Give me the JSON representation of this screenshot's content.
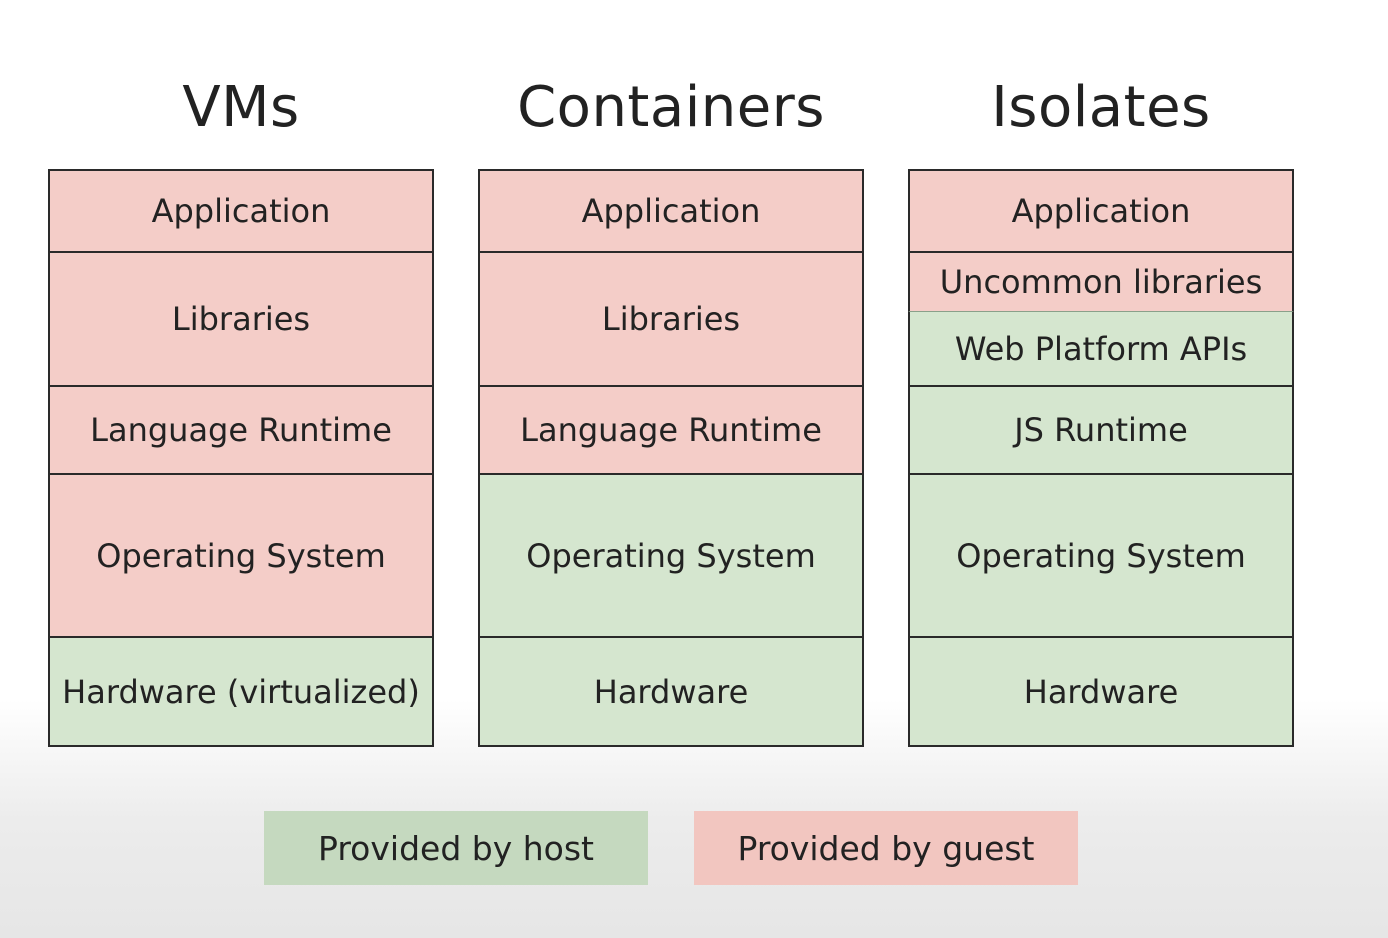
{
  "columns": [
    {
      "title": "VMs",
      "layers": [
        {
          "label": "Application",
          "provider": "guest"
        },
        {
          "label": "Libraries",
          "provider": "guest"
        },
        {
          "label": "Language Runtime",
          "provider": "guest"
        },
        {
          "label": "Operating System",
          "provider": "guest"
        },
        {
          "label": "Hardware (virtualized)",
          "provider": "host"
        }
      ]
    },
    {
      "title": "Containers",
      "layers": [
        {
          "label": "Application",
          "provider": "guest"
        },
        {
          "label": "Libraries",
          "provider": "guest"
        },
        {
          "label": "Language Runtime",
          "provider": "guest"
        },
        {
          "label": "Operating System",
          "provider": "host"
        },
        {
          "label": "Hardware",
          "provider": "host"
        }
      ]
    },
    {
      "title": "Isolates",
      "layers": [
        {
          "label": "Application",
          "provider": "guest"
        },
        {
          "label": "Uncommon libraries",
          "provider": "guest"
        },
        {
          "label": "Web Platform APIs",
          "provider": "host"
        },
        {
          "label": "JS Runtime",
          "provider": "host"
        },
        {
          "label": "Operating System",
          "provider": "host"
        },
        {
          "label": "Hardware",
          "provider": "host"
        }
      ]
    }
  ],
  "legend": {
    "host_label": "Provided by host",
    "guest_label": "Provided by guest"
  },
  "colors": {
    "guest": "#f4cdc8",
    "host": "#d5e6cf",
    "border": "#2a2a2a"
  }
}
